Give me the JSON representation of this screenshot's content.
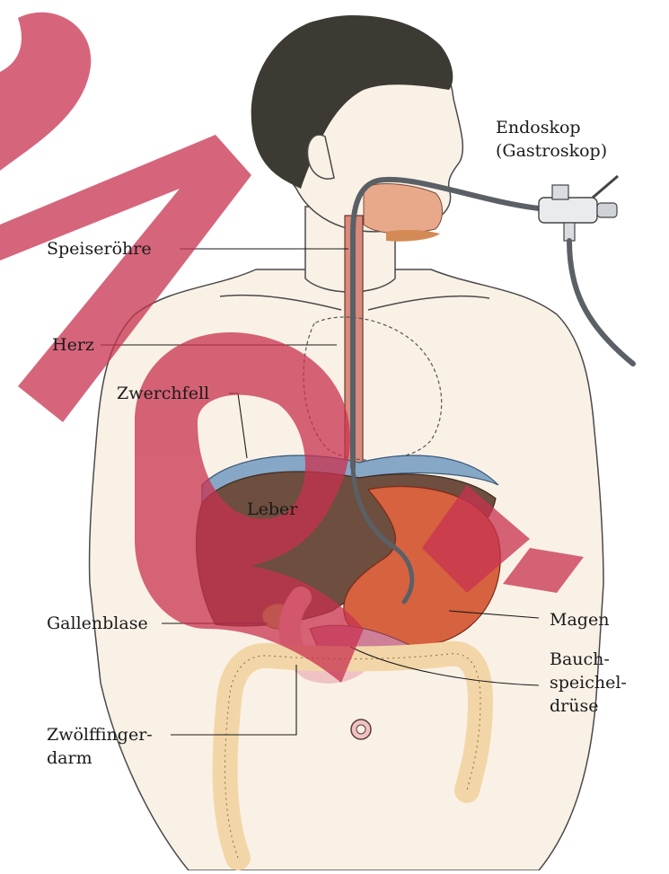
{
  "labels": {
    "endoskop": "Endoskop",
    "gastroskop": "(Gastroskop)",
    "speiseroehre": "Speiseröhre",
    "herz": "Herz",
    "zwerchfell": "Zwerchfell",
    "leber": "Leber",
    "gallenblase": "Gallenblase",
    "magen": "Magen",
    "bauch1": "Bauch-",
    "bauch2": "speichel-",
    "bauch3": "drüse",
    "zwoelf1": "Zwölffinger-",
    "zwoelf2": "darm"
  },
  "colors": {
    "skin": "#faf1e6",
    "hair": "#3c3a33",
    "liver": "#6e4e3e",
    "diaphragm": "#86a7c6",
    "stomach": "#d7623f",
    "gallbladder": "#a8bd4c",
    "pancreas": "#cf7f98",
    "duodenum": "#efc3c4",
    "colon": "#f3d6a8",
    "heart": "#cf8f80",
    "endoscope": "#5a6066",
    "watermark": "#c8324f"
  },
  "icons": {
    "endoscope_handle": "endoscope-handle-icon",
    "watermark": "watermark-logo"
  }
}
